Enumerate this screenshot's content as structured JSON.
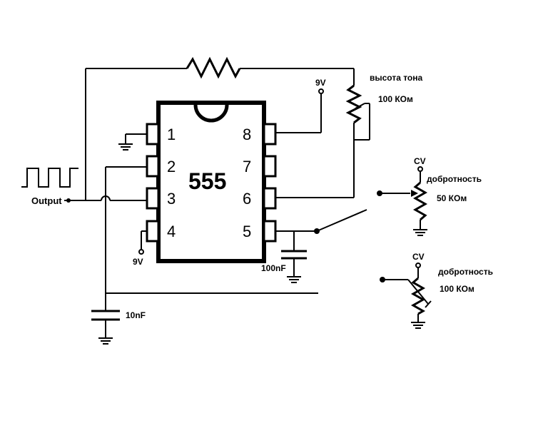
{
  "chip": {
    "name": "555"
  },
  "pins": {
    "p1": "1",
    "p2": "2",
    "p3": "3",
    "p4": "4",
    "p5": "5",
    "p6": "6",
    "p7": "7",
    "p8": "8"
  },
  "labels": {
    "output": "Output",
    "vcc_top": "9V",
    "vcc_pin4": "9V",
    "cap_100n": "100nF",
    "cap_10n": "10nF",
    "pitch": "высота тона",
    "pitch_value": "100 КОм",
    "cv1": "CV",
    "q1": "добротность",
    "q1_value": "50 КОм",
    "cv2": "CV",
    "q2": "добротность",
    "q2_value": "100 КОм"
  }
}
